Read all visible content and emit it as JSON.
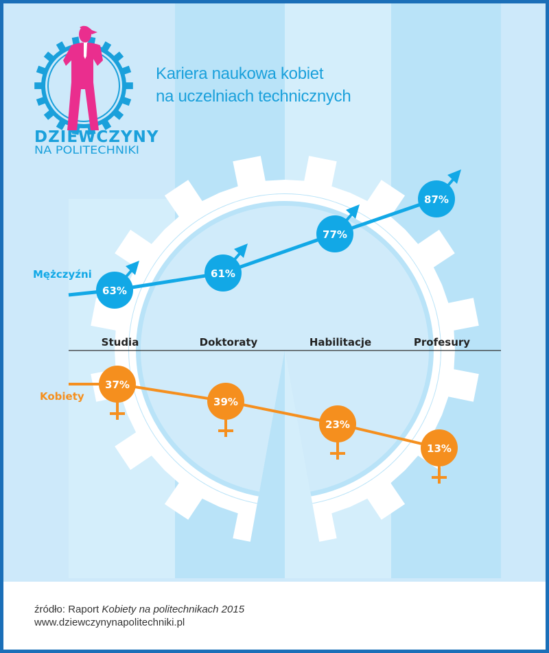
{
  "title": {
    "line1": "Kariera naukowa kobiet",
    "line2": "na uczelniach technicznych"
  },
  "logo": {
    "line1": "DZIEWCZYNY",
    "line2": "NA POLITECHNIKI",
    "gear_color": "#1aa0db",
    "figure_color": "#ea2e8e"
  },
  "footer": {
    "source_prefix": "źródło: Raport ",
    "source_title": "Kobiety na politechnikach 2015",
    "url": "www.dziewczynynapolitechniki.pl"
  },
  "colors": {
    "men": "#12a8e6",
    "women": "#f58f1e",
    "background": "#cde9fa",
    "border": "#1b6fb8"
  },
  "chart_data": {
    "type": "line",
    "title": "Kariera naukowa kobiet na uczelniach technicznych",
    "categories": [
      "Studia",
      "Doktoraty",
      "Habilitacje",
      "Profesury"
    ],
    "unit": "%",
    "series": [
      {
        "name": "Mężczyźni",
        "symbol": "male",
        "values": [
          63,
          61,
          77,
          87
        ],
        "labels": [
          "63%",
          "61%",
          "77%",
          "87%"
        ]
      },
      {
        "name": "Kobiety",
        "symbol": "female",
        "values": [
          37,
          39,
          23,
          13
        ],
        "labels": [
          "37%",
          "39%",
          "23%",
          "13%"
        ]
      }
    ]
  }
}
